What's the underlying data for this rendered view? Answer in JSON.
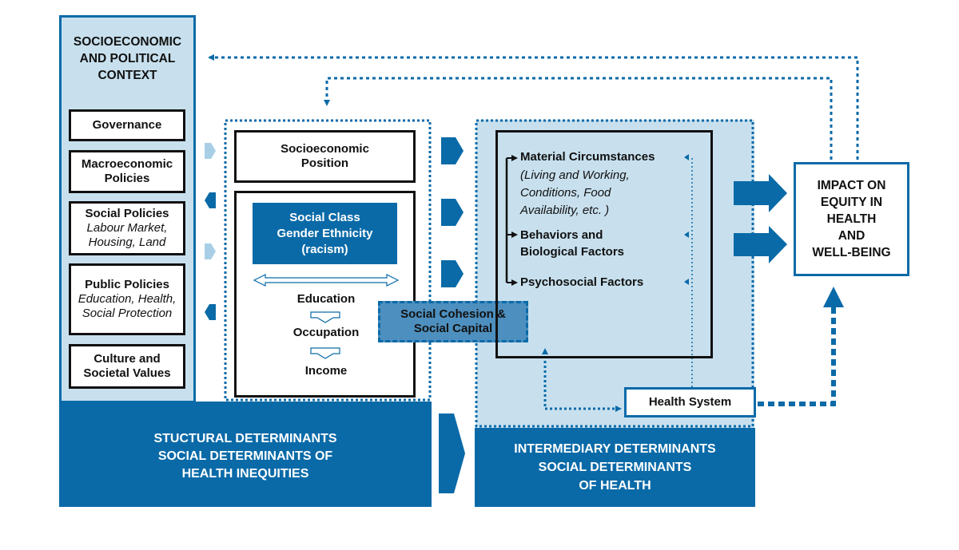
{
  "context": {
    "title": "SOCIOECONOMIC AND POLITICAL CONTEXT",
    "items": [
      {
        "title": "Governance",
        "sub": ""
      },
      {
        "title": "Macroeconomic Policies",
        "sub": ""
      },
      {
        "title": "Social Policies",
        "sub": "Labour Market, Housing, Land"
      },
      {
        "title": "Public Policies",
        "sub": "Education, Health, Social Protection"
      },
      {
        "title": "Culture and Societal Values",
        "sub": ""
      }
    ]
  },
  "structural": {
    "position": "Socioeconomic Position",
    "class_box": "Social Class Gender Ethnicity (racism)",
    "education": "Education",
    "occupation": "Occupation",
    "income": "Income",
    "footer": [
      "STUCTURAL DETERMINANTS",
      "SOCIAL DETERMINANTS OF",
      "HEALTH INEQUITIES"
    ]
  },
  "cohesion": [
    "Social Cohesion &",
    "Social Capital"
  ],
  "intermediary": {
    "material_title": "Material Circumstances",
    "material_sub": [
      "(Living and Working,",
      "Conditions, Food",
      "Availability, etc. )"
    ],
    "behaviors": [
      "Behaviors and",
      "Biological Factors"
    ],
    "psychosocial": "Psychosocial Factors",
    "health_system": "Health System",
    "footer": [
      "INTERMEDIARY DETERMINANTS",
      "SOCIAL DETERMINANTS",
      "OF HEALTH"
    ]
  },
  "impact": [
    "IMPACT ON",
    "EQUITY IN",
    "HEALTH",
    "AND",
    "WELL-BEING"
  ],
  "colors": {
    "navy": "#0a6aa8",
    "light_blue": "#c8e0ee",
    "pale_arrow": "#a8cfe6"
  }
}
